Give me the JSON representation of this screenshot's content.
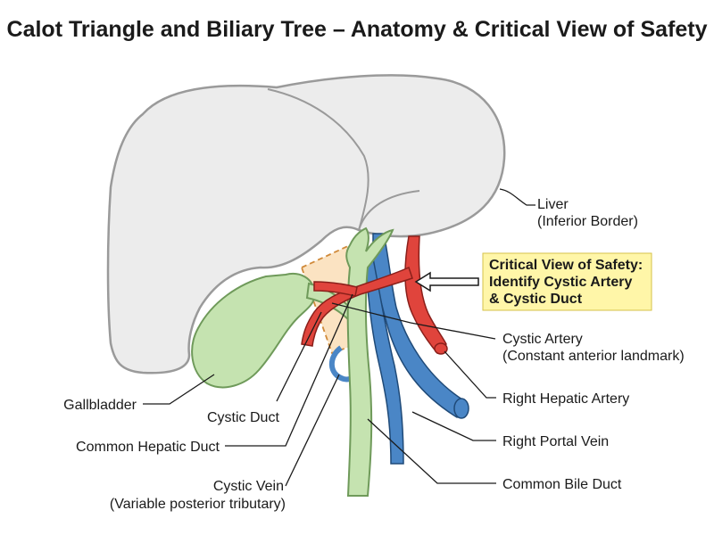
{
  "title": "Calot Triangle and Biliary Tree – Anatomy & Critical View of Safety",
  "labels": {
    "liver": "Liver",
    "liver_sub": "(Inferior Border)",
    "cvs_line1": "Critical View of Safety:",
    "cvs_line2": "Identify Cystic Artery",
    "cvs_line3": "& Cystic Duct",
    "cystic_artery": "Cystic Artery",
    "cystic_artery_sub": "(Constant anterior landmark)",
    "right_hepatic_artery": "Right Hepatic Artery",
    "right_portal_vein": "Right Portal Vein",
    "common_bile_duct": "Common Bile Duct",
    "gallbladder": "Gallbladder",
    "cystic_duct": "Cystic Duct",
    "common_hepatic_duct": "Common Hepatic Duct",
    "cystic_vein": "Cystic Vein",
    "cystic_vein_sub": "(Variable posterior tributary)"
  },
  "colors": {
    "liver_fill": "#ececec",
    "liver_stroke": "#9a9a9a",
    "biliary_fill": "#c5e3b0",
    "biliary_stroke": "#6f9a5a",
    "artery": "#e0443c",
    "artery_stroke": "#8a1f1a",
    "vein": "#4a86c6",
    "vein_stroke": "#1f4a78",
    "calot_fill": "#fbe3c2",
    "calot_stroke": "#d08a3a",
    "highlight": "#fff6a8",
    "highlight_stroke": "#d6c24a"
  }
}
